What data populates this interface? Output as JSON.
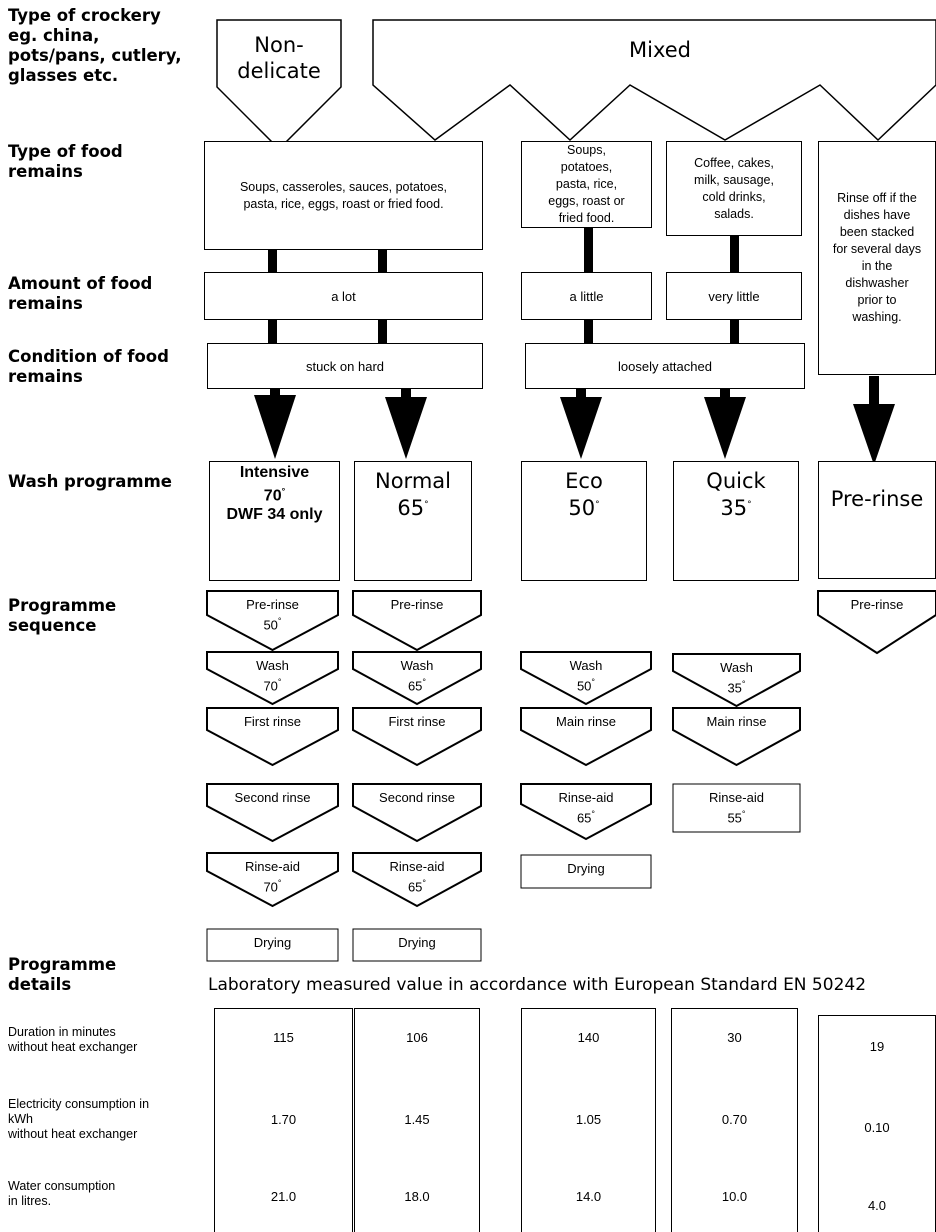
{
  "row_labels": {
    "crockery": "Type of crockery\neg. china,\npots/pans, cutlery,\nglasses etc.",
    "food_type": "Type of food\nremains",
    "amount": "Amount of food\nremains",
    "condition": "Condition of food\nremains",
    "programme": "Wash  programme",
    "sequence": "Programme\nsequence",
    "details": "Programme\ndetails"
  },
  "crockery": {
    "non_delicate": "Non-\ndelicate",
    "mixed": "Mixed"
  },
  "food_types": {
    "heavy": "Soups, casseroles, sauces, potatoes,\npasta, rice, eggs, roast or fried food.",
    "medium": "Soups,\npotatoes,\npasta, rice,\neggs, roast or\nfried food.",
    "light": "Coffee, cakes,\nmilk, sausage,\ncold drinks,\nsalads.",
    "rinse": "Rinse off if the\ndishes have\nbeen stacked\nfor several days\nin the\ndishwasher\nprior to\nwashing."
  },
  "amounts": {
    "a_lot": "a lot",
    "a_little": "a little",
    "very_little": "very little"
  },
  "conditions": {
    "stuck": "stuck on hard",
    "loose": "loosely attached"
  },
  "programmes": {
    "intensive": {
      "name": "Intensive",
      "temp": "70",
      "note": "DWF 34 only",
      "icon": "pot-icon"
    },
    "normal": {
      "name": "Normal",
      "temp": "65",
      "icon": "plates-icon"
    },
    "eco": {
      "name": "Eco",
      "temp": "50",
      "icon": "glass-cup-icon"
    },
    "quick": {
      "name": "Quick",
      "temp": "35",
      "icon": "glass-cup-fast-icon"
    },
    "prerinse": {
      "name": "Pre-rinse",
      "icon": "spray-icon"
    }
  },
  "degree": "°",
  "sequences": {
    "intensive": [
      {
        "label": "Pre-rinse",
        "temp": "50"
      },
      {
        "label": "Wash",
        "temp": "70"
      },
      {
        "label": "First rinse"
      },
      {
        "label": "Second rinse"
      },
      {
        "label": "Rinse-aid",
        "temp": "70"
      },
      {
        "label": "Drying"
      }
    ],
    "normal": [
      {
        "label": "Pre-rinse"
      },
      {
        "label": "Wash",
        "temp": "65"
      },
      {
        "label": "First rinse"
      },
      {
        "label": "Second rinse"
      },
      {
        "label": "Rinse-aid",
        "temp": "65"
      },
      {
        "label": "Drying"
      }
    ],
    "eco": [
      {
        "label": "Wash",
        "temp": "50"
      },
      {
        "label": "Main rinse"
      },
      {
        "label": "Rinse-aid",
        "temp": "65"
      },
      {
        "label": "Drying"
      }
    ],
    "quick": [
      {
        "label": "Wash",
        "temp": "35"
      },
      {
        "label": "Main rinse"
      },
      {
        "label": "Rinse-aid",
        "temp": "55"
      }
    ],
    "prerinse": [
      {
        "label": "Pre-rinse"
      }
    ]
  },
  "standard_note": "Laboratory measured value in accordance with European Standard EN 50242",
  "details_labels": {
    "duration": "Duration in minutes\nwithout heat exchanger",
    "electricity": "Electricity consumption in\nkWh\nwithout heat exchanger",
    "water": "Water consumption\nin litres."
  },
  "details": {
    "intensive": {
      "duration": "115",
      "electricity": "1.70",
      "water": "21.0"
    },
    "normal": {
      "duration": "106",
      "electricity": "1.45",
      "water": "18.0"
    },
    "eco": {
      "duration": "140",
      "electricity": "1.05",
      "water": "14.0"
    },
    "quick": {
      "duration": "30",
      "electricity": "0.70",
      "water": "10.0"
    },
    "prerinse": {
      "duration": "19",
      "electricity": "0.10",
      "water": "4.0"
    }
  }
}
